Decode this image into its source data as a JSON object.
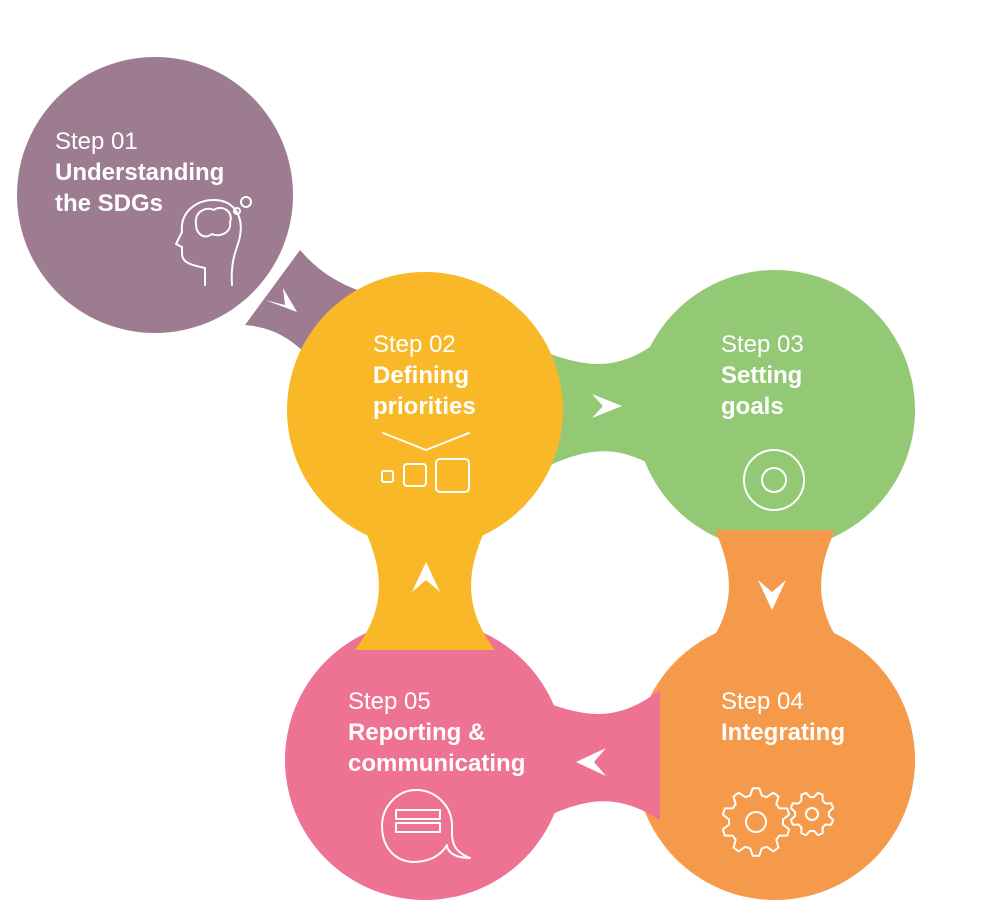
{
  "steps": [
    {
      "id": "01",
      "label": "Step 01",
      "title_lines": [
        "Understanding",
        "the SDGs"
      ],
      "color": "#9d7b91",
      "icon": "head-brain-icon"
    },
    {
      "id": "02",
      "label": "Step 02",
      "title_lines": [
        "Defining",
        "priorities"
      ],
      "color": "#f8b827",
      "icon": "priority-boxes-icon"
    },
    {
      "id": "03",
      "label": "Step 03",
      "title_lines": [
        "Setting",
        "goals"
      ],
      "color": "#93c874",
      "icon": "target-icon"
    },
    {
      "id": "04",
      "label": "Step 04",
      "title_lines": [
        "Integrating"
      ],
      "color": "#f59a4b",
      "icon": "gears-icon"
    },
    {
      "id": "05",
      "label": "Step 05",
      "title_lines": [
        "Reporting &",
        "communicating"
      ],
      "color": "#ee7292",
      "icon": "speech-bubble-icon"
    }
  ],
  "arrow_color": "#ffffff"
}
